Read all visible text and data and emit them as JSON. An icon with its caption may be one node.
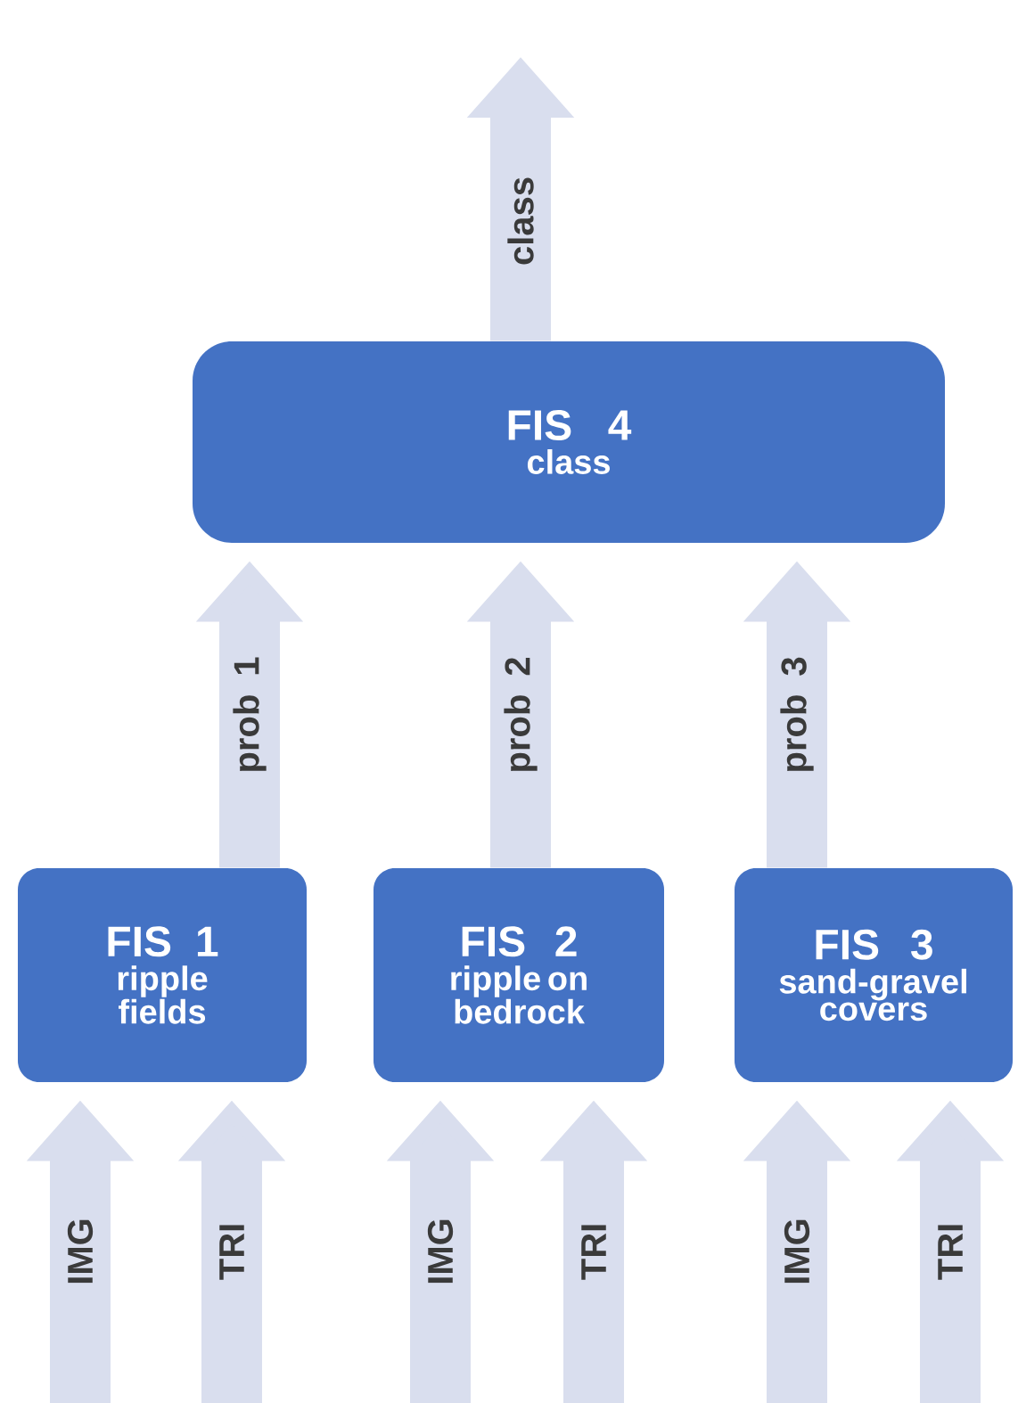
{
  "diagram": {
    "nodes": [
      {
        "text": [
          "FIS 4",
          "class"
        ]
      },
      {
        "text": [
          "FIS 1",
          "ripple fields"
        ]
      },
      {
        "text": [
          "FIS 2",
          "ripple on bedrock"
        ]
      },
      {
        "text": [
          "FIS 3",
          "sand-gravel covers"
        ]
      }
    ],
    "edges": [
      {
        "from": 0,
        "to": null,
        "arrow": "to",
        "label": "class"
      },
      {
        "from": 1,
        "to": 0,
        "arrow": "to",
        "label": "prob 1"
      },
      {
        "from": 2,
        "to": 0,
        "arrow": "to",
        "label": "prob 2"
      },
      {
        "from": 3,
        "to": 0,
        "arrow": "to",
        "label": "prob 3"
      },
      {
        "from": null,
        "to": 1,
        "arrow": "to",
        "label": "IMG"
      },
      {
        "from": null,
        "to": 1,
        "arrow": "to",
        "label": "TRI"
      },
      {
        "from": null,
        "to": 2,
        "arrow": "to",
        "label": "IMG"
      },
      {
        "from": null,
        "to": 2,
        "arrow": "to",
        "label": "TRI"
      },
      {
        "from": null,
        "to": 3,
        "arrow": "to",
        "label": "IMG"
      },
      {
        "from": null,
        "to": 3,
        "arrow": "to",
        "label": "TRI"
      }
    ]
  }
}
